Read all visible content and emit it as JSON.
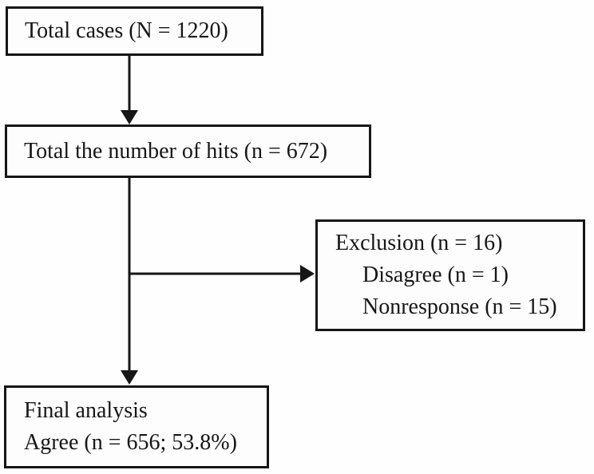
{
  "figure": {
    "type": "flowchart",
    "background_color": "#fefefe",
    "border_color": "#161616",
    "text_color": "#161616",
    "line_color": "#161616",
    "nodes": {
      "total_cases": {
        "text": "Total cases (N = 1220)"
      },
      "total_hits": {
        "text": "Total the number of hits (n = 672)"
      },
      "exclusion": {
        "title": "Exclusion (n = 16)",
        "item1": "Disagree (n = 1)",
        "item2": "Nonresponse (n = 15)"
      },
      "final_analysis": {
        "line1": "Final analysis",
        "line2": "Agree (n = 656; 53.8%)"
      }
    },
    "edges": [
      {
        "from": "total_cases",
        "to": "total_hits",
        "direction": "down"
      },
      {
        "from": "total_hits",
        "to": "final_analysis",
        "direction": "down"
      },
      {
        "from": "total_hits",
        "to": "exclusion",
        "direction": "right"
      }
    ]
  }
}
